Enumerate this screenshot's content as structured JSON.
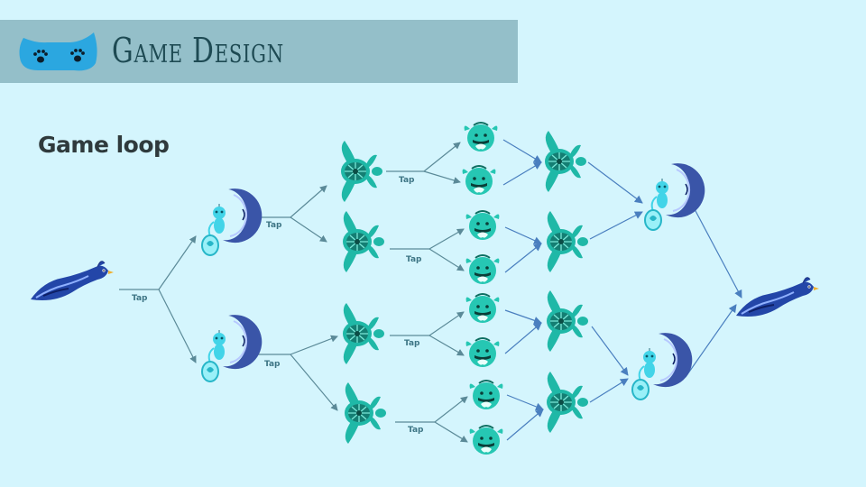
{
  "header": {
    "title": "Game Design",
    "colors": {
      "band": "#94bfc9",
      "logo": "#2ba7e0",
      "title": "#1e4a53"
    }
  },
  "section": {
    "title": "Game loop"
  },
  "diagram": {
    "edge_label": "Tap",
    "colors": {
      "edge": "#5b8a98",
      "edge_blue": "#4a7fbf",
      "turtle": "#1fb8a7",
      "monster": "#26c7b3",
      "bird": "#2346a8",
      "moon": "#3a55a8",
      "monkey": "#42d4e8"
    }
  }
}
